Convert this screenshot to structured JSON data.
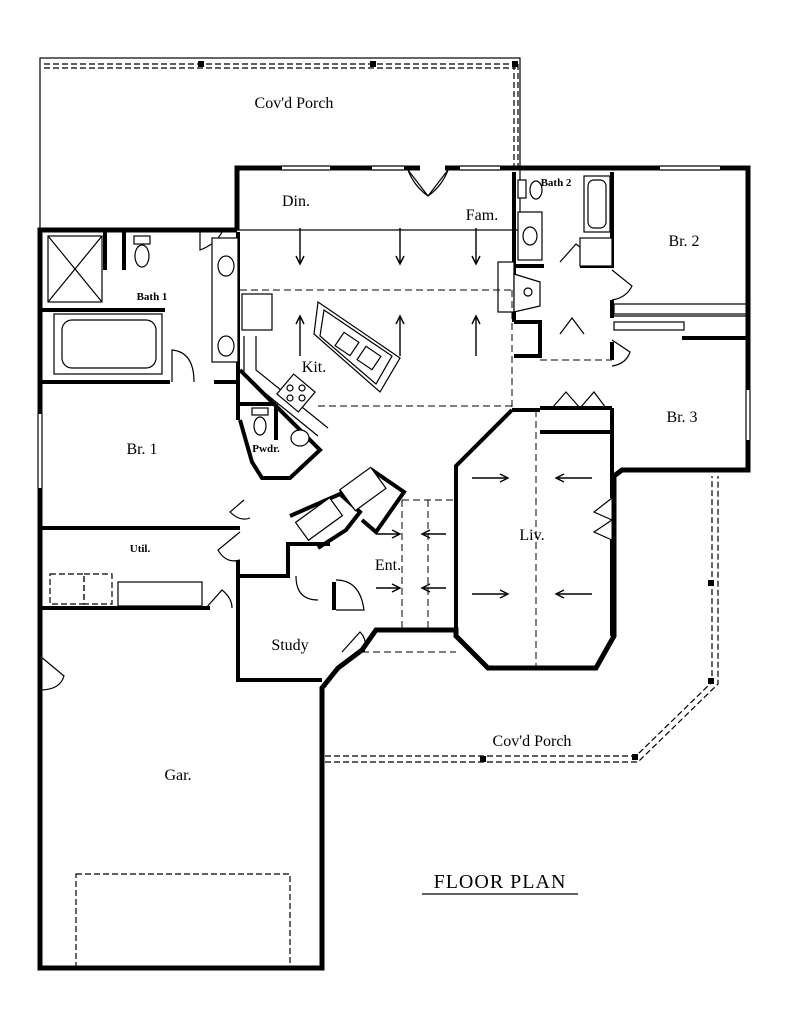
{
  "rooms": {
    "porch_top": "Cov'd Porch",
    "dining": "Din.",
    "family": "Fam.",
    "bath2": "Bath 2",
    "bedroom2": "Br. 2",
    "bath1": "Bath 1",
    "kitchen": "Kit.",
    "bedroom3": "Br. 3",
    "bedroom1": "Br. 1",
    "powder": "Pwdr.",
    "living": "Liv.",
    "utility": "Util.",
    "entry": "Ent.",
    "study": "Study",
    "porch_front": "Cov'd Porch",
    "garage": "Gar."
  },
  "title": "FLOOR PLAN"
}
